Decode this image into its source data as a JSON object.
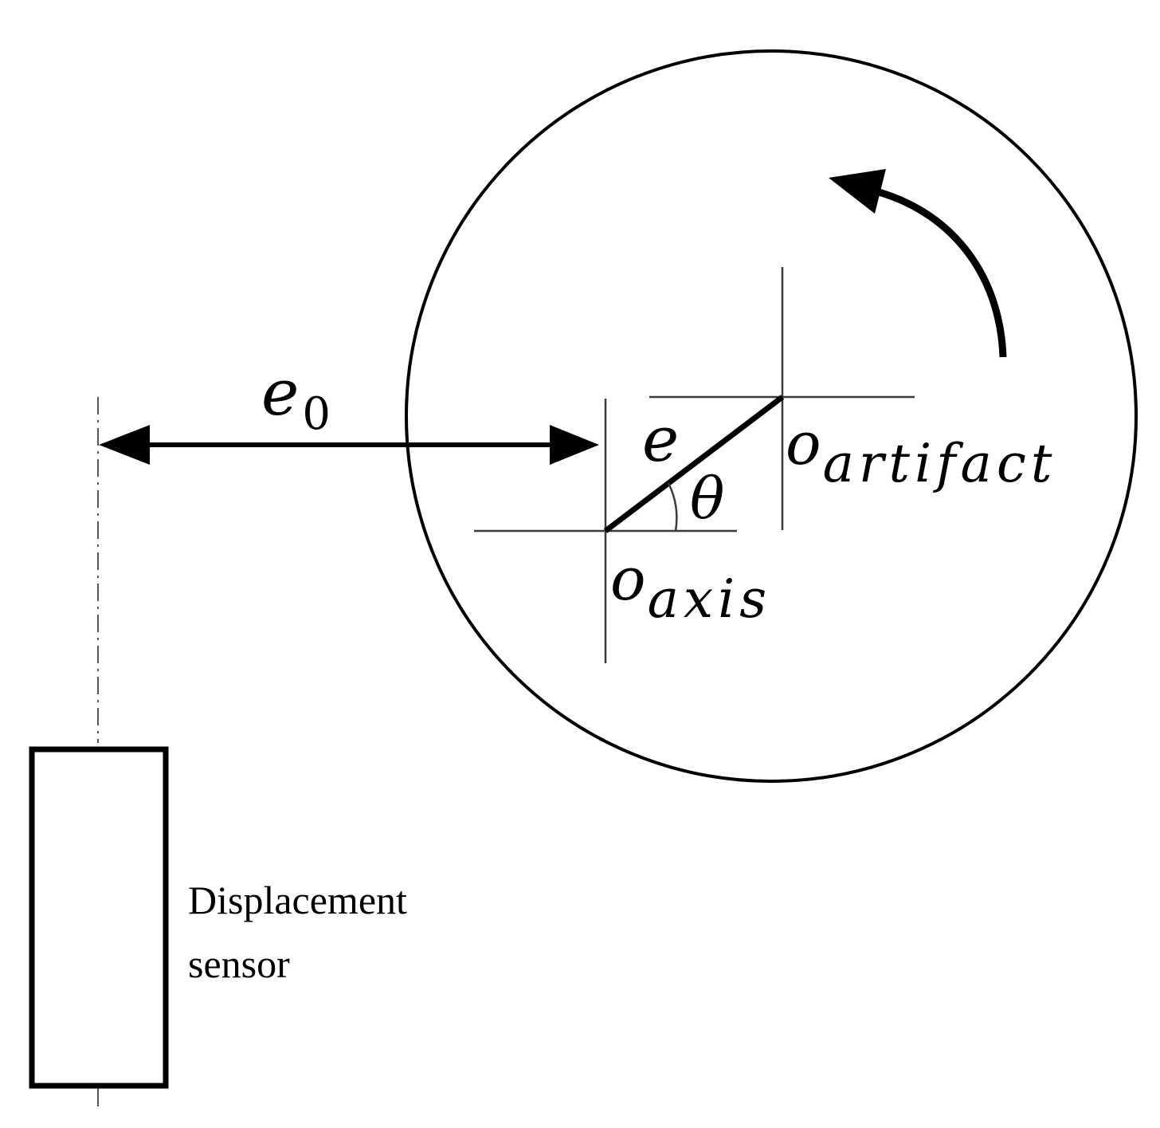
{
  "labels": {
    "e0_base": "e",
    "e0_sub": "0",
    "e": "e",
    "theta": "θ",
    "o_artifact_base": "o",
    "o_artifact_sub": "artifact",
    "o_axis_base": "o",
    "o_axis_sub": "axis",
    "sensor_line1": "Displacement",
    "sensor_line2": "sensor"
  },
  "colors": {
    "stroke": "#000000",
    "thin_line": "#3a3a3a",
    "background": "#ffffff"
  }
}
